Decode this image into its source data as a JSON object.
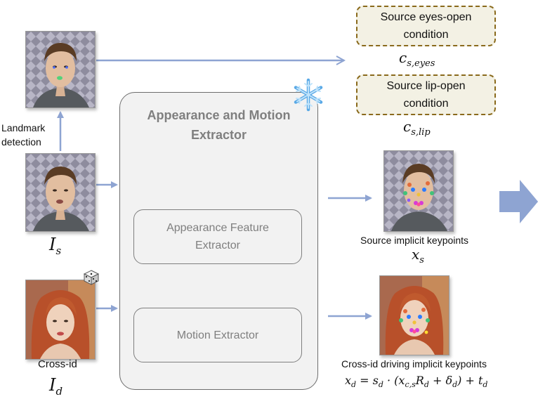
{
  "extractor": {
    "title": "Appearance and Motion Extractor",
    "appearance_module": "Appearance Feature Extractor",
    "motion_module": "Motion Extractor",
    "frozen_icon": "snowflake-icon"
  },
  "labels": {
    "landmark_detection": "Landmark detection",
    "source_symbol": "I_s",
    "driving_symbol": "I_d",
    "cross_id": "Cross-id",
    "random_icon": "dice-icon"
  },
  "conditions": {
    "eyes_label": "Source eyes-open condition",
    "eyes_symbol": "c_{s,eyes}",
    "lip_label": "Source lip-open condition",
    "lip_symbol": "c_{s,lip}"
  },
  "outputs": {
    "source_kp_label": "Source implicit keypoints",
    "source_kp_symbol": "x_s",
    "driving_kp_label": "Cross-id driving implicit keypoints",
    "driving_kp_formula": "x_d = s_d · (x_{c,s} R_d + δ_d) + t_d"
  },
  "colors": {
    "arrow": "#8ea4d2",
    "condition_border": "#8a6a1c",
    "condition_fill": "#f3f1e4",
    "extractor_fill": "#f2f2f2",
    "extractor_text": "#7f7f7f"
  }
}
